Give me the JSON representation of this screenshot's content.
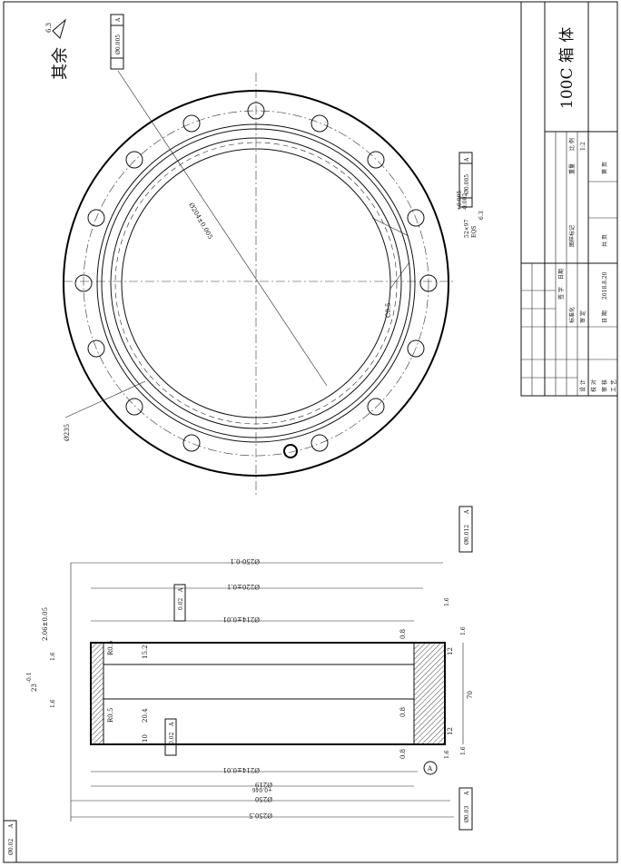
{
  "surface_roughness": {
    "label": "其余",
    "value": "6.3"
  },
  "circle_view": {
    "flatness_top": {
      "tol": "Ø0.005",
      "datum": "A"
    },
    "dim_bolt_circle": "Ø204±0.005",
    "dim_outer_pcd": "Ø235",
    "chamfer": "C0.5",
    "spline": {
      "spec": "52×97",
      "tol_upper": "+0.005",
      "tol_lower": "-0.002",
      "eqs": "EQS",
      "rough": "6.3"
    },
    "position_tol": {
      "tol": "Ø0.005",
      "datum": "A"
    }
  },
  "section_view": {
    "dim_250_a": "Ø250-0.1",
    "dim_220": "Ø220±0.1",
    "dim_214_top": "Ø214±0.01",
    "dim_214_bottom": "Ø214±0.01",
    "dim_219": "Ø219",
    "dim_219_tol": "+0.046",
    "dim_250_b": "Ø250",
    "dim_250_5": "Ø250.5",
    "dim_2_06": "2.06±0.05",
    "dim_23": "23",
    "dim_23_tol": "-0.1",
    "dim_70": "70",
    "dim_12_top": "12",
    "dim_12_bottom": "12",
    "r05_top": "R0.5",
    "r05_bottom": "R0.5",
    "dim_15_2": "15.2",
    "dim_20_4": "20.4",
    "dim_10": "10",
    "chamfer_08_a": "0.8",
    "chamfer_08_b": "0.8",
    "chamfer_08_c": "0.8",
    "rough_1_6_a": "1.6",
    "rough_1_6_b": "1.6",
    "rough_1_6_c": "1.6",
    "rough_1_6_d": "1.6",
    "rough_1_6_e": "1.6",
    "rough_1_6_f": "1.6",
    "flat_top": {
      "tol": "0.02",
      "datum": "A"
    },
    "flat_bottom": {
      "tol": "0.02",
      "datum": "A"
    },
    "runout_right": {
      "tol": "Ø0.012",
      "datum": "A"
    },
    "runout_bottom": {
      "tol": "Ø0.03",
      "datum": "A"
    },
    "runout_left": {
      "tol": "Ø0.02",
      "datum": "A"
    },
    "datum_label": "A"
  },
  "title_block": {
    "part_name": "100C 箱 体",
    "col_mark": "图样标记",
    "col_weight": "重量",
    "col_scale": "比 例",
    "scale_value": "1:2",
    "total_pages": "共   页",
    "page_num": "第   页",
    "sign": "签 字",
    "date": "日期",
    "design": "设 计",
    "check": "校 对",
    "review": "审 核",
    "process": "工 艺",
    "standard": "标准化",
    "approve": "审 定",
    "date_label": "日 期",
    "date_value": "2018.8.20"
  }
}
